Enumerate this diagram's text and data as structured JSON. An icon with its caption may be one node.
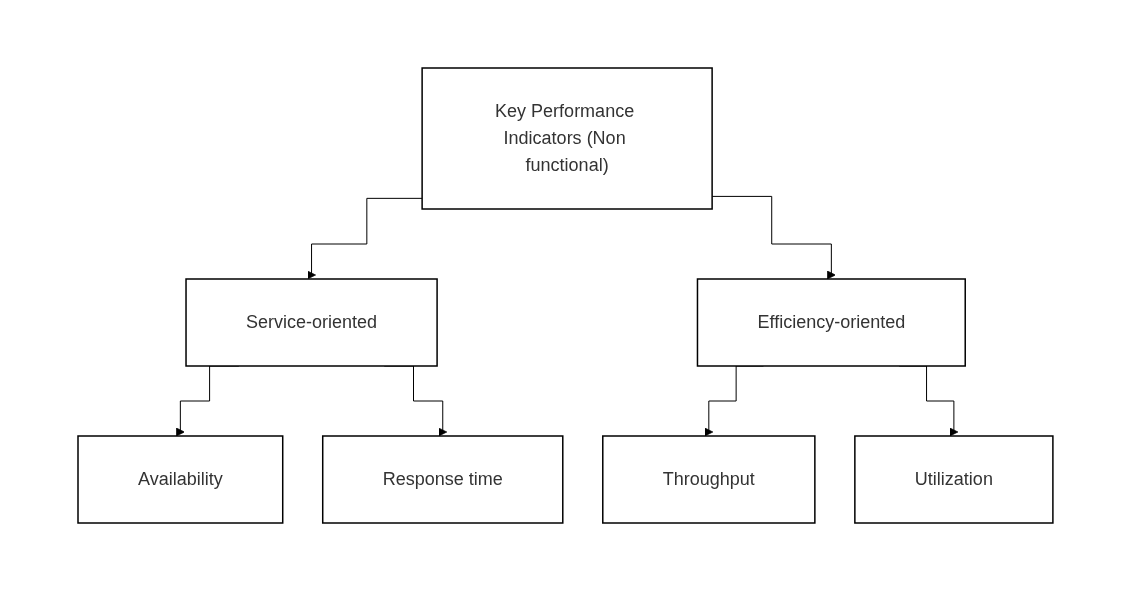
{
  "diagram": {
    "nodes": [
      {
        "text": [
          "Key Performance Indicators (Non functional)"
        ]
      },
      {
        "text": [
          "Service-oriented"
        ]
      },
      {
        "text": [
          "Efficiency-oriented"
        ]
      },
      {
        "text": [
          "Availability"
        ]
      },
      {
        "text": [
          "Response time"
        ]
      },
      {
        "text": [
          "Throughput"
        ]
      },
      {
        "text": [
          "Utilization"
        ]
      }
    ],
    "edges": [
      {
        "from": 0,
        "to": 1,
        "arrow": "to"
      },
      {
        "from": 0,
        "to": 2,
        "arrow": "to"
      },
      {
        "from": 1,
        "to": 3,
        "arrow": "to"
      },
      {
        "from": 1,
        "to": 4,
        "arrow": "to"
      },
      {
        "from": 2,
        "to": 5,
        "arrow": "to"
      },
      {
        "from": 2,
        "to": 6,
        "arrow": "to"
      }
    ]
  }
}
